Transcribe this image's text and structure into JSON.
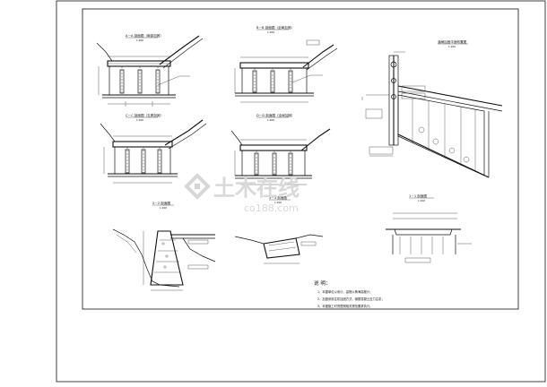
{
  "drawing": {
    "sections": [
      {
        "id": "A-A",
        "title": "A－A 剖面图（局部加固）",
        "scale": "1:200"
      },
      {
        "id": "B-B",
        "title": "B－B 剖面图（全局加固）",
        "scale": "1:200"
      },
      {
        "id": "C-C",
        "title": "C－C 剖面图（五跨加固）",
        "scale": "1:200"
      },
      {
        "id": "D-D",
        "title": "D－D 剖面图（全局加固）",
        "scale": "1:200"
      },
      {
        "id": "plan",
        "title": "涵闸加固平面布置图",
        "scale": "1:200"
      },
      {
        "id": "detail1",
        "title": "1－1 剖面图",
        "scale": "1:100"
      },
      {
        "id": "detail2",
        "title": "2－2 剖面图",
        "scale": "1:100"
      },
      {
        "id": "detail3",
        "title": "3－3 剖面图",
        "scale": "1:100"
      }
    ],
    "notes": {
      "heading": "说 明：",
      "items": [
        "1、本图单位以米计，高程以黄海高程计；",
        "2、加固采用注浆加固方式，钢筋混凝土压力注浆；",
        "3、本图施工时须遵照相关规范要求执行。"
      ]
    },
    "watermark": {
      "brand": "土木在线",
      "domain": "co188.com"
    }
  }
}
